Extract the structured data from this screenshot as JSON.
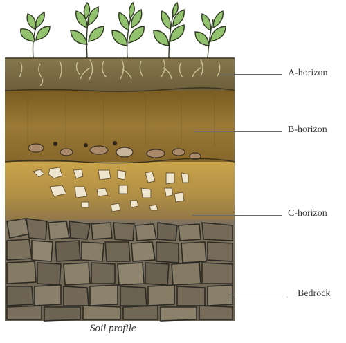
{
  "labels": {
    "a_horizon": "A-horizon",
    "b_horizon": "B-horizon",
    "c_horizon": "C-horizon",
    "bedrock": "Bedrock"
  },
  "caption": "Soil profile",
  "colors": {
    "leaf": "#8fbf6a",
    "leaf_outline": "#2f3a22",
    "a_horizon": "#7d7047",
    "b_horizon": "#8a6a2c",
    "c_horizon": "#b59545",
    "bedrock": "#7a6e5a",
    "rock_outline": "#2b2a24",
    "leader_line": "#6a6a6a"
  },
  "icons": [
    "plant-icon"
  ]
}
